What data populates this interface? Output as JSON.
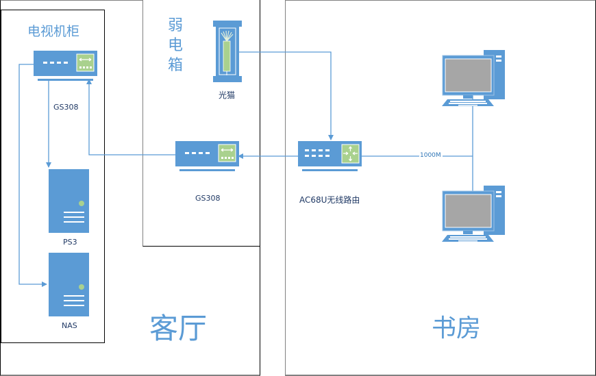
{
  "colors": {
    "device_blue": "#5b9bd5",
    "accent_green": "#a9d18e",
    "screen_gray": "#a6a6a6",
    "line_blue": "#5b9bd5",
    "label_text": "#1f3864",
    "room_title": "#5b9bd5"
  },
  "rooms": {
    "living_room": {
      "title": "客厅"
    },
    "study": {
      "title": "书房"
    },
    "tv_cabinet": {
      "title": "电视机柜"
    },
    "weak_box": {
      "title_chars": [
        "弱",
        "电",
        "箱"
      ]
    }
  },
  "devices": {
    "switch_tv": {
      "label": "GS308",
      "icon": "switch-icon"
    },
    "switch_box": {
      "label": "GS308",
      "icon": "switch-icon"
    },
    "optical_modem": {
      "label": "光猫",
      "icon": "fiber-modem-icon"
    },
    "router": {
      "label": "AC68U无线路由",
      "icon": "router-icon"
    },
    "ps3": {
      "label": "PS3",
      "icon": "server-icon"
    },
    "nas": {
      "label": "NAS",
      "icon": "server-icon"
    },
    "pc_top": {
      "icon": "desktop-computer-icon"
    },
    "pc_bottom": {
      "icon": "desktop-computer-icon"
    }
  },
  "links": {
    "router_to_pcs": {
      "label": "1000M"
    }
  }
}
